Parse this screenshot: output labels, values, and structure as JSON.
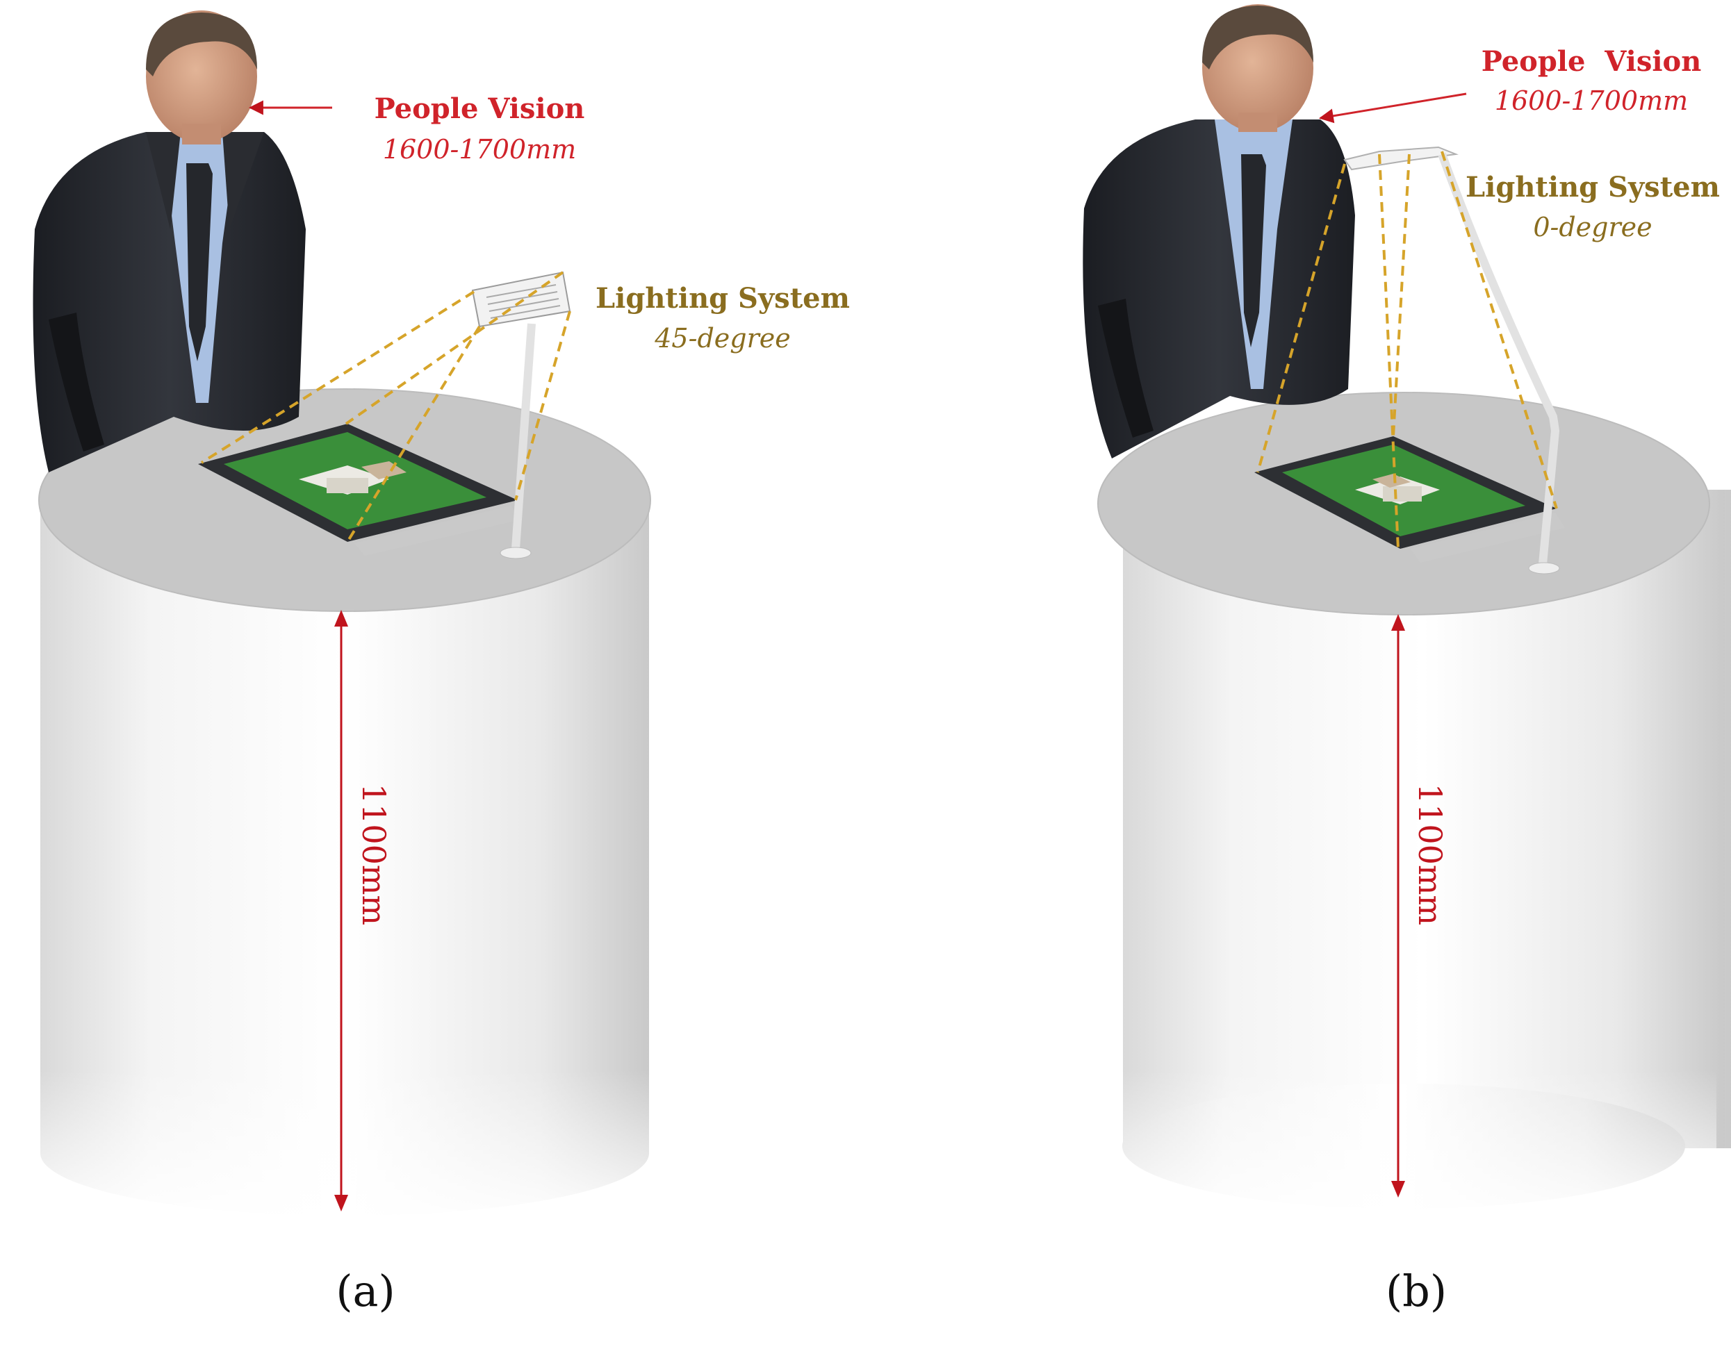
{
  "colors": {
    "vision": "#d0232a",
    "lighting": "#8a6d1f",
    "dimension": "#c0141d",
    "beam": "#d6a42a",
    "caption": "#111111"
  },
  "panels": [
    {
      "caption": "(a)",
      "vision_title": "People Vision",
      "vision_range": "1600-1700mm",
      "lighting_title": "Lighting System",
      "lighting_angle": "45-degree",
      "height_label": "1100mm",
      "icons": [
        "person-figure",
        "pedestal",
        "architectural-model",
        "lamp"
      ]
    },
    {
      "caption": "(b)",
      "vision_title": "People  Vision",
      "vision_range": "1600-1700mm",
      "lighting_title": "Lighting System",
      "lighting_angle": "0-degree",
      "height_label": "1100mm",
      "icons": [
        "person-figure",
        "pedestal",
        "architectural-model",
        "lamp"
      ]
    }
  ]
}
